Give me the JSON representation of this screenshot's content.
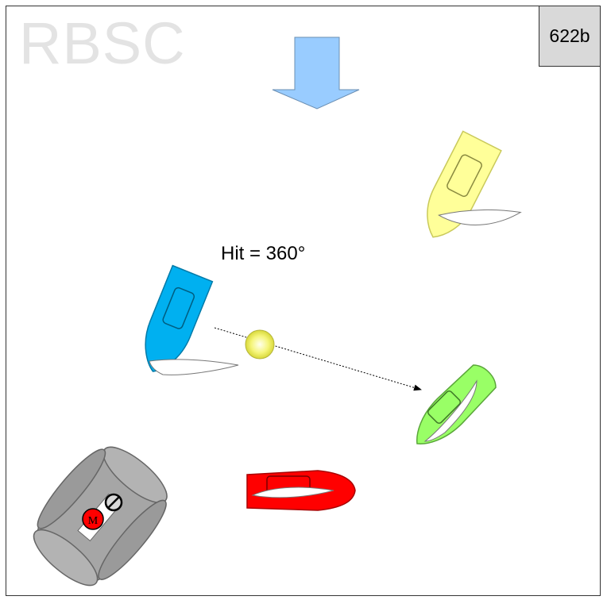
{
  "watermark": "RBSC",
  "diagram_id": "622b",
  "annotation": "Hit = 360°",
  "mark_letter": "M",
  "colors": {
    "wind": "#99ccff",
    "yellow_boat": "#ffff99",
    "blue_boat": "#00b0f0",
    "green_boat": "#99ff66",
    "red_boat": "#ff0000",
    "grey_boat": "#a6a6a6",
    "ball": "#ffff66"
  }
}
